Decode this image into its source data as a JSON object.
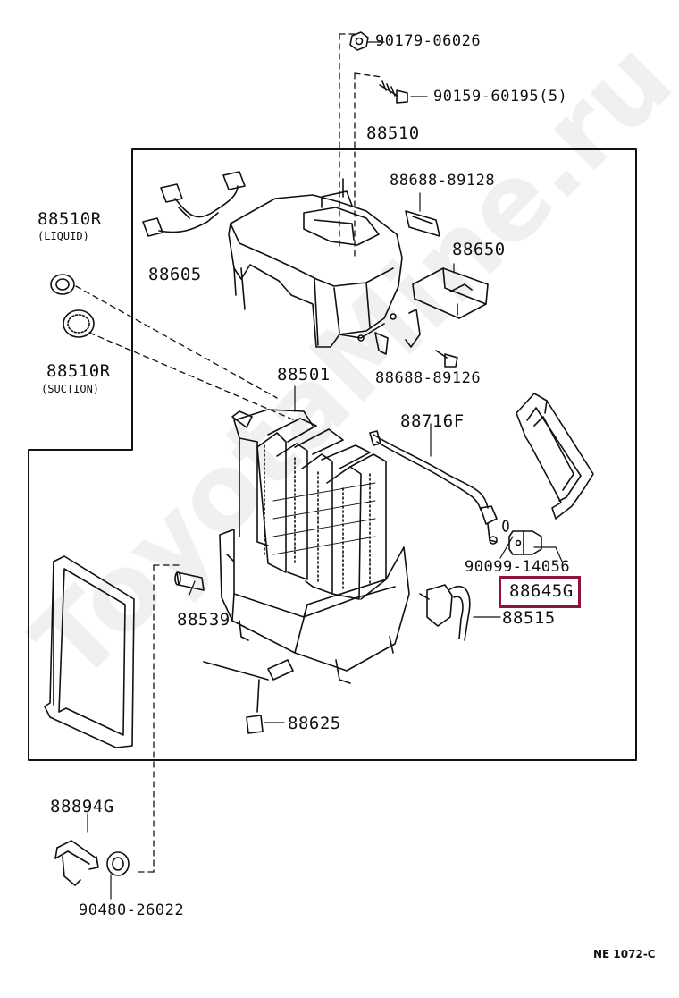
{
  "parts": {
    "p90179": "90179-06026",
    "p90159": "90159-60195(5)",
    "p88510": "88510",
    "p88688_89128": "88688-89128",
    "p88510R_liquid": "88510R",
    "p88510R_liquid_note": "(LIQUID)",
    "p88605": "88605",
    "p88650": "88650",
    "p88510R_suction": "88510R",
    "p88510R_suction_note": "(SUCTION)",
    "p88688_89126": "88688-89126",
    "p88501": "88501",
    "p88716F": "88716F",
    "p90099": "90099-14056",
    "p88645G": "88645G",
    "p88539": "88539",
    "p88515": "88515",
    "p88625": "88625",
    "p88894G": "88894G",
    "p90480": "90480-26022"
  },
  "highlight": {
    "part": "88645G",
    "color": "#8e1538"
  },
  "watermark": "ToyotaMine.ru",
  "diagram_code": "NE 1072-C"
}
